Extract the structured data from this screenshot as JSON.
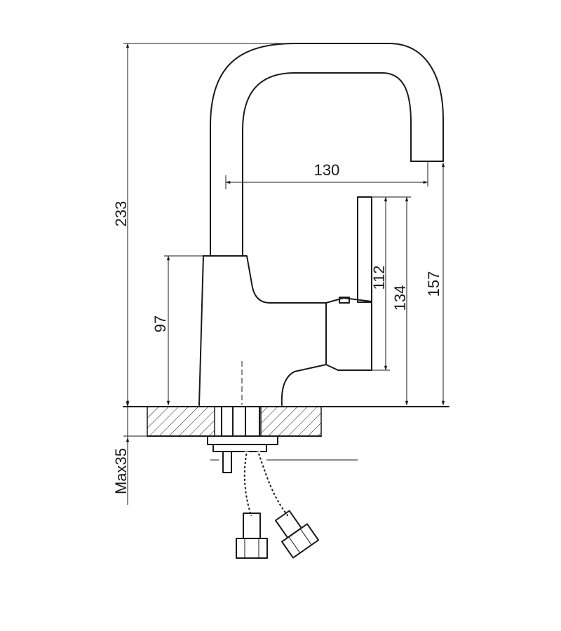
{
  "dimensions": {
    "total_height": "233",
    "spout_reach": "130",
    "body_height": "97",
    "lever_length": "112",
    "lever_top_height": "134",
    "spout_outlet_height": "157",
    "max_counter_thickness": "Max35"
  }
}
